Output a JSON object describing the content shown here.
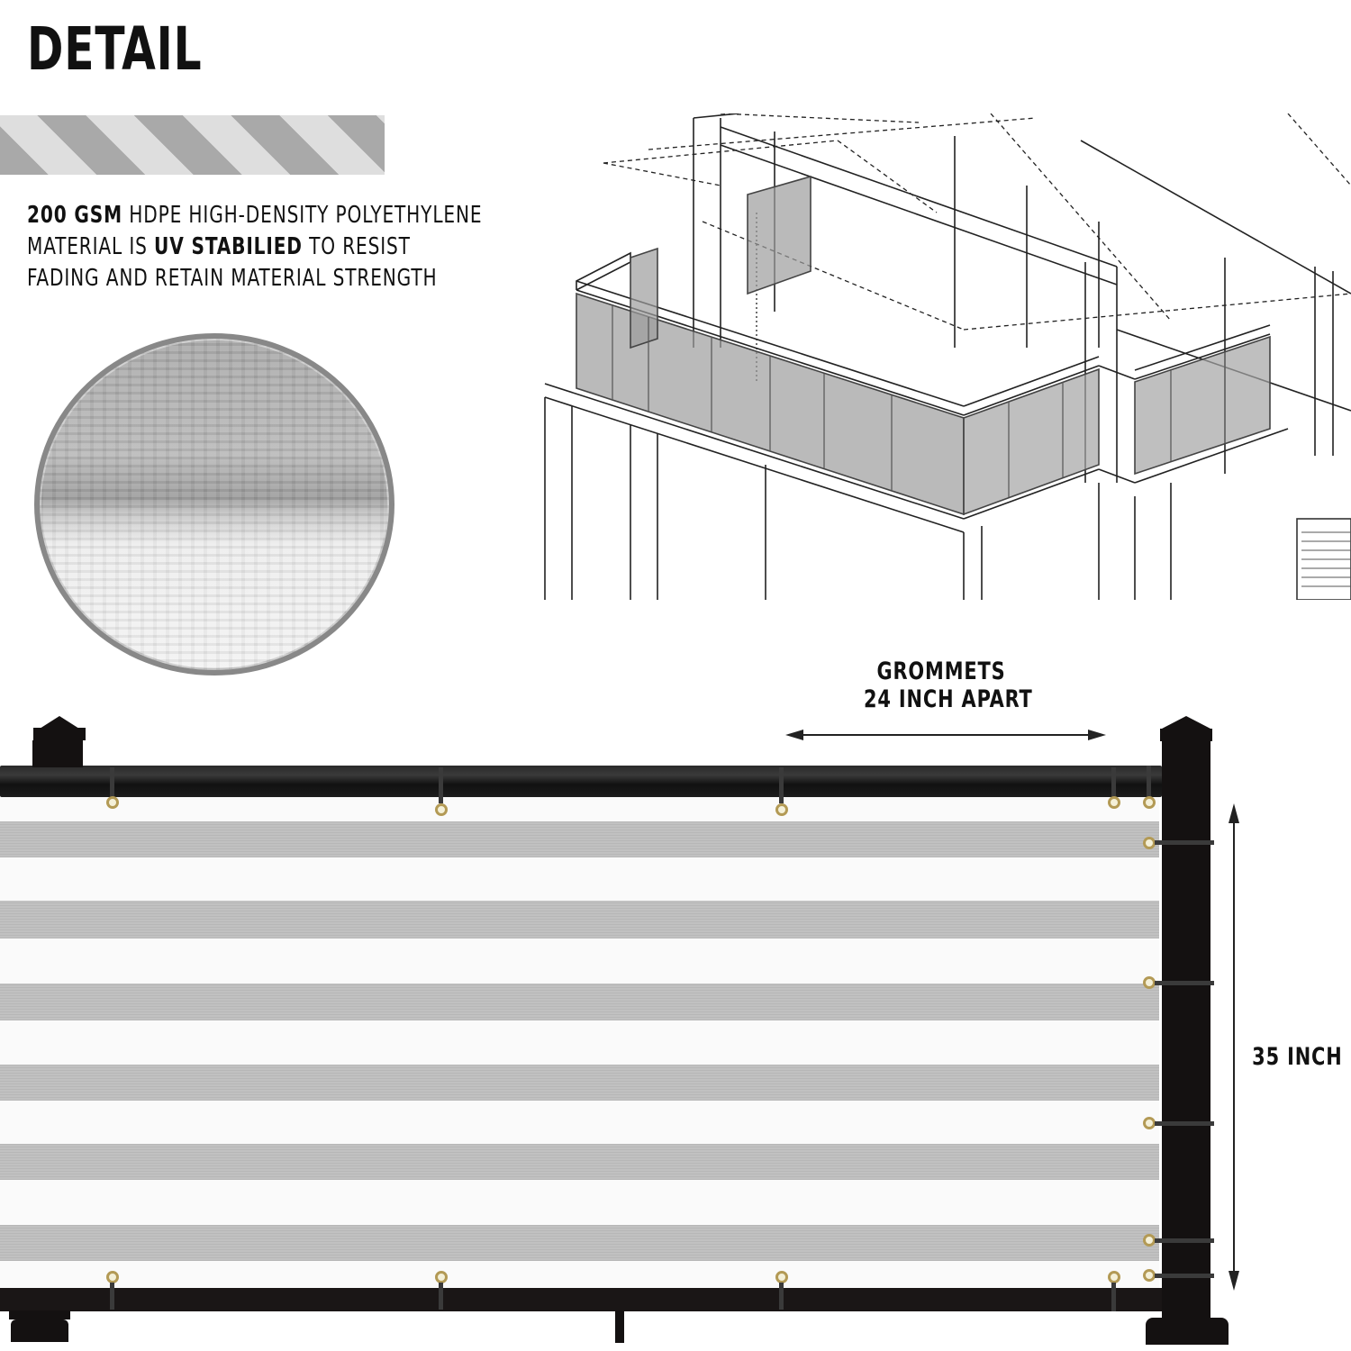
{
  "header": {
    "title": "DETAIL"
  },
  "description": {
    "line1_bold": "200 GSM",
    "line1_rest": " HDPE HIGH-DENSITY POLYETHYLENE",
    "line2_pre": "MATERIAL IS ",
    "line2_bold": "UV STABILIED",
    "line2_post": " TO RESIST",
    "line3": "FADING AND RETAIN MATERIAL STRENGTH"
  },
  "swatch": {
    "icon": "fabric-closeup-circle"
  },
  "drawing": {
    "icon": "balcony-isometric-line-drawing"
  },
  "annotations": {
    "grommets_line1": "GROMMETS",
    "grommets_line2": "24 INCH APART",
    "height_label": "35 INCH"
  },
  "colors": {
    "hazard_dark": "#a9a9a9",
    "hazard_light": "#dedede",
    "stripe_grey": "#c1c1c1",
    "stripe_white": "#fafafa",
    "rail": "#141111",
    "grommet_brass": "#b39a55"
  },
  "fabric": {
    "grey_stripes_y": [
      912,
      1000,
      1092,
      1182,
      1270,
      1360
    ],
    "stripe_height": 40,
    "top_grommets_x": [
      125,
      490,
      868,
      1237,
      1276
    ],
    "bottom_grommets_x": [
      125,
      490,
      868,
      1237,
      1276
    ],
    "side_grommets_y": [
      936,
      1090,
      1247,
      1377,
      1416
    ]
  }
}
